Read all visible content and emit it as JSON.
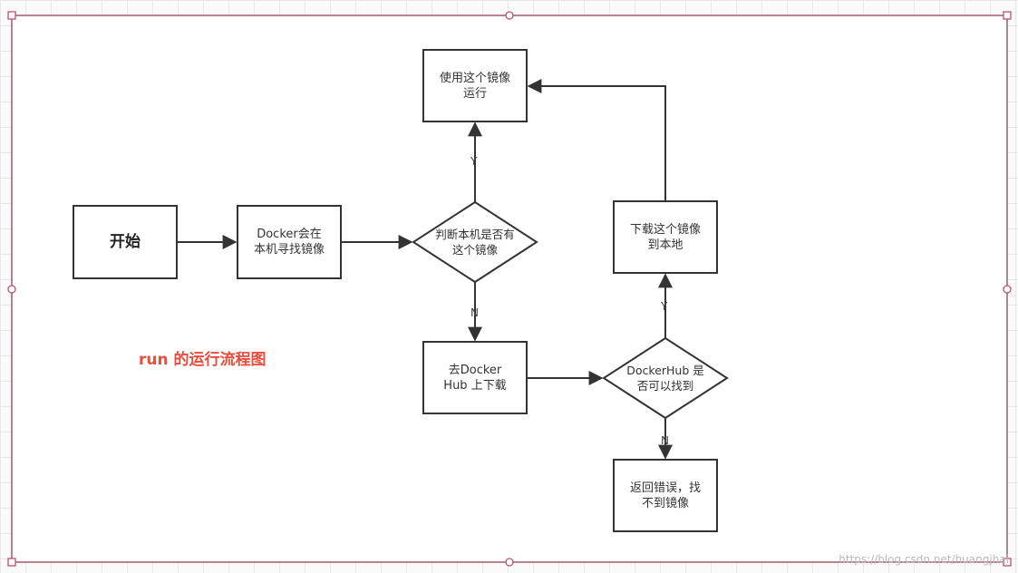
{
  "nodes": {
    "start": "开始",
    "search_local": "Docker会在\n本机寻找镜像",
    "decide_local": "判断本机是否有\n这个镜像",
    "use_image": "使用这个镜像\n运行",
    "pull_hub": "去Docker\nHub 上下载",
    "decide_hub": "DockerHub 是\n否可以找到",
    "download_local": "下载这个镜像\n到本地",
    "error": "返回错误，找\n不到镜像"
  },
  "edges": {
    "local_yes": "Y",
    "local_no": "N",
    "hub_yes": "Y",
    "hub_no": "N"
  },
  "caption": "run 的运行流程图",
  "watermark": "https://blog.csdn.net/huangjhai",
  "colors": {
    "caption": "#f04a3a",
    "stroke": "#333333",
    "frame": "#a05a6a"
  }
}
